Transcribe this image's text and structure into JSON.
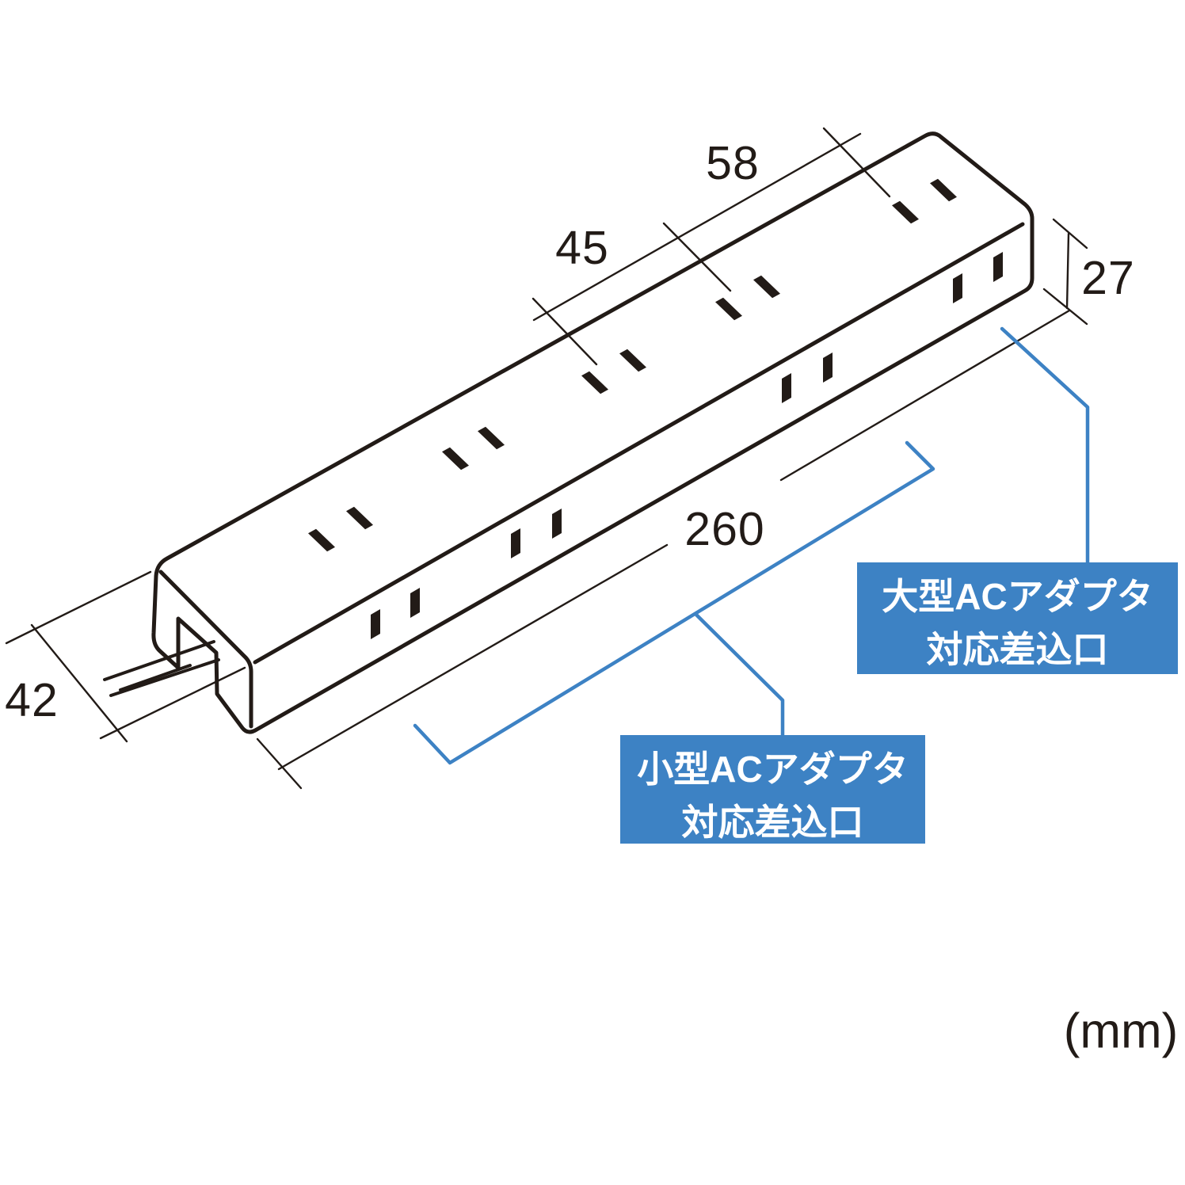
{
  "unit_label": "(mm)",
  "dimensions": {
    "pitch_large": "58",
    "pitch_small": "45",
    "height": "27",
    "length": "260",
    "depth": "42"
  },
  "callouts": {
    "large_adapter": {
      "line1": "大型ACアダプタ",
      "line2": "対応差込口"
    },
    "small_adapter": {
      "line1": "小型ACアダプタ",
      "line2": "対応差込口"
    }
  },
  "colors": {
    "accent_blue": "#3D82C4",
    "line_black": "#221B17",
    "label_text": "#FFFFFF",
    "background": "#FFFFFF"
  }
}
